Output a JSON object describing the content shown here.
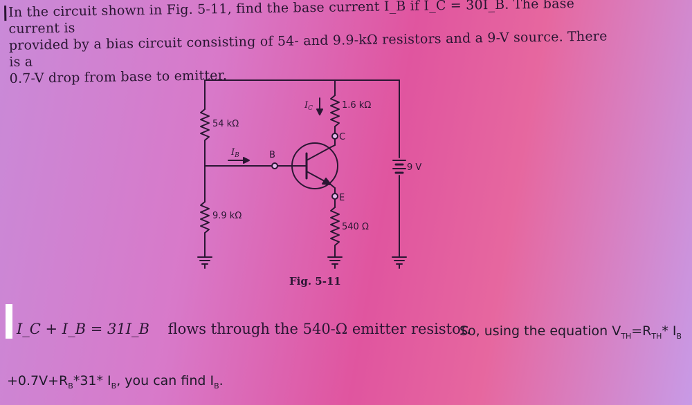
{
  "problem": {
    "line1": "In the circuit shown in Fig. 5-11, find the base current  I_B if I_C = 30I_B. The base current is",
    "line2": "provided by a bias circuit consisting of 54- and 9.9-kΩ resistors and a 9-V source. There is a",
    "line3": "0.7-V drop from base to emitter."
  },
  "figure": {
    "caption": "Fig. 5-11",
    "labels": {
      "r_top_left": "54 kΩ",
      "r_bottom_left": "9.9 kΩ",
      "r_collector": "1.6 kΩ",
      "r_emitter": "540 Ω",
      "base_current": "I",
      "base_current_sub": "B",
      "collector_current": "I",
      "collector_current_sub": "C",
      "node_b": "B",
      "node_c": "C",
      "node_e": "E",
      "source": "9 V"
    }
  },
  "solution": {
    "eq_math": "I_C + I_B = 31I_B",
    "eq_text": "flows through the 540-Ω emitter resistor.",
    "tail_prefix": "So, using the equation V",
    "tail_sub1": "TH",
    "tail_mid": "=R",
    "tail_sub2": "TH",
    "tail_mid2": "* I",
    "tail_sub3": "B",
    "last_prefix": "+0.7V+R",
    "last_sub1": "B",
    "last_mid": "*31* I",
    "last_sub2": "B",
    "last_suffix": ", you can find I",
    "last_sub3": "B",
    "last_end": "."
  }
}
